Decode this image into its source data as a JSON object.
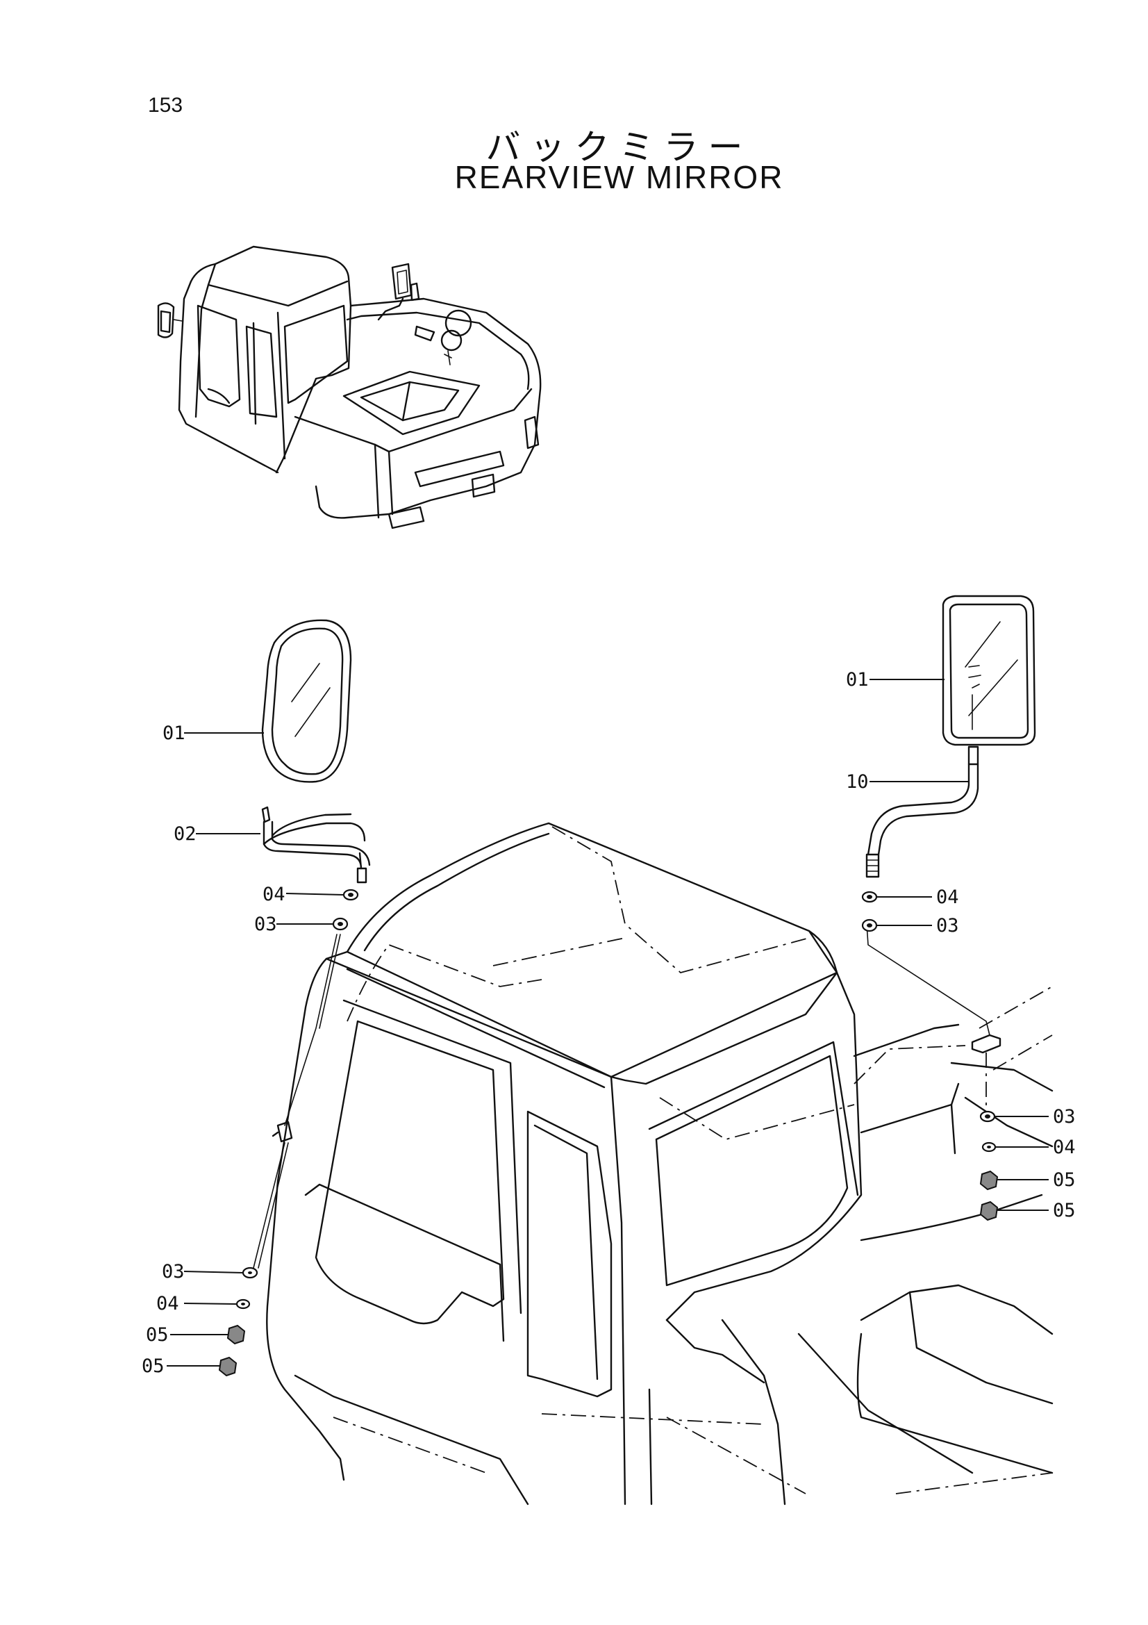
{
  "page": {
    "number": "153",
    "title_jp": "バックミラー",
    "title_en": "REARVIEW MIRROR"
  },
  "callouts": {
    "left_mirror": "01",
    "left_stay": "02",
    "left_top_washer_a": "04",
    "left_top_washer_b": "03",
    "left_bottom_washer_a": "03",
    "left_bottom_washer_b": "04",
    "left_bottom_nut_a": "05",
    "left_bottom_nut_b": "05",
    "right_mirror": "01",
    "right_stay": "10",
    "right_top_washer_a": "04",
    "right_top_washer_b": "03",
    "right_bottom_washer_a": "03",
    "right_bottom_washer_b": "04",
    "right_bottom_nut_a": "05",
    "right_bottom_nut_b": "05"
  }
}
